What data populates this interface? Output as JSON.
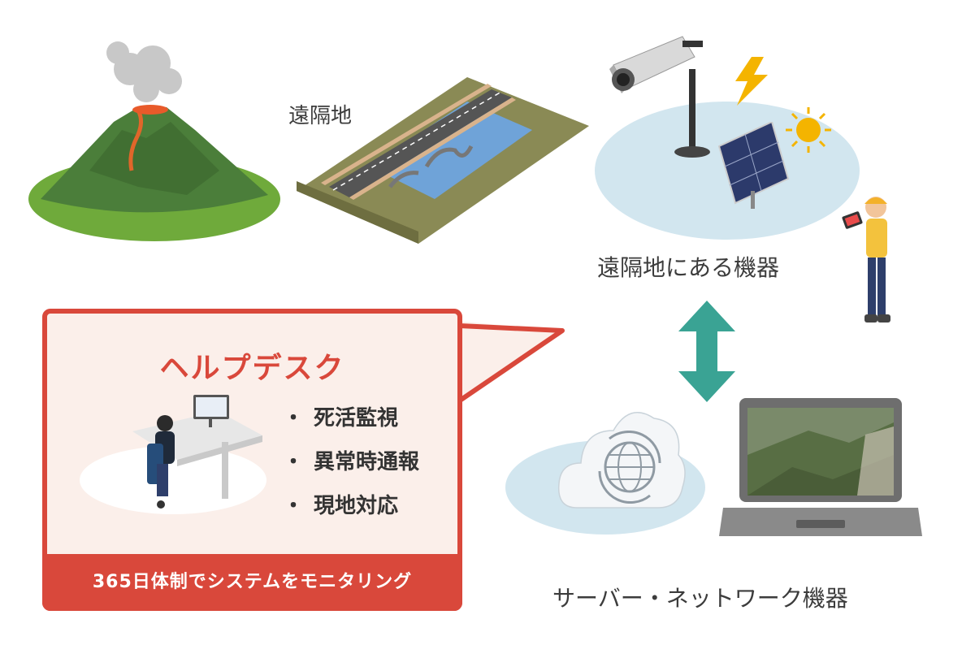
{
  "labels": {
    "remote": "遠隔地",
    "remote_devices": "遠隔地にある機器",
    "server_network": "サーバー・ネットワーク機器"
  },
  "helpdesk": {
    "title": "ヘルプデスク",
    "services": [
      "死活監視",
      "異常時通報",
      "現地対応"
    ],
    "bullet": "・",
    "banner": "365日体制でシステムをモニタリング"
  },
  "colors": {
    "accent_red": "#d9483b",
    "box_fill": "#fbefea",
    "arrow_teal": "#3aa394",
    "ellipse_blue": "#d2e6ef"
  },
  "icons": [
    "volcano-icon",
    "bridge-icon",
    "camera-icon",
    "solar-panel-icon",
    "sun-icon",
    "lightning-icon",
    "worker-icon",
    "cloud-icon",
    "globe-icon",
    "laptop-icon",
    "operator-desk-icon",
    "double-arrow-icon"
  ]
}
